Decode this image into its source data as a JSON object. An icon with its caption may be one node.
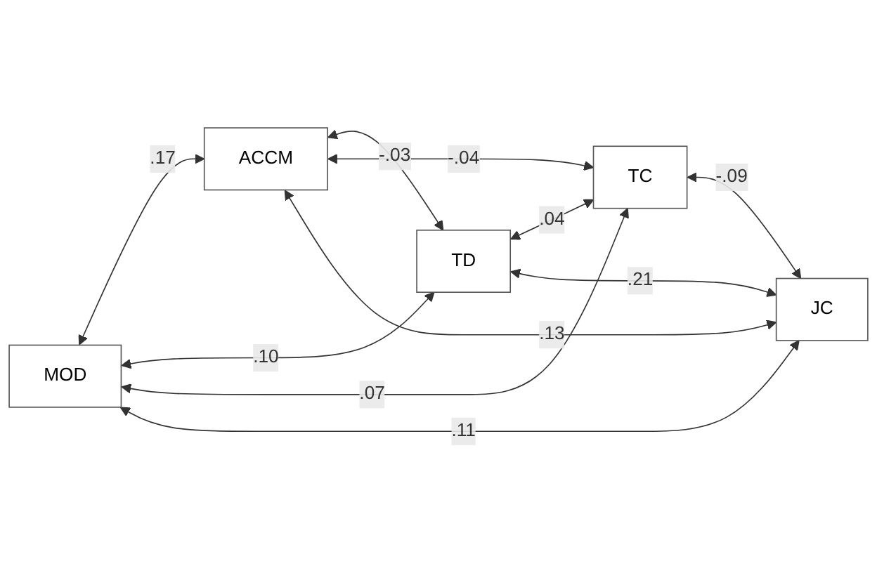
{
  "diagram": {
    "nodes": [
      {
        "text": [
          "MOD"
        ]
      },
      {
        "text": [
          "ACCM"
        ]
      },
      {
        "text": [
          "TD"
        ]
      },
      {
        "text": [
          "TC"
        ]
      },
      {
        "text": [
          "JC"
        ]
      }
    ],
    "edges": [
      {
        "from": 0,
        "to": 1,
        "arrow": "both",
        "label": ".17"
      },
      {
        "from": 1,
        "to": 2,
        "arrow": "both",
        "label": "-.03"
      },
      {
        "from": 2,
        "to": 3,
        "arrow": "both",
        "label": ".04"
      },
      {
        "from": 3,
        "to": 4,
        "arrow": "both",
        "label": "-.09"
      },
      {
        "from": 1,
        "to": 3,
        "arrow": "both",
        "label": "-.04"
      },
      {
        "from": 1,
        "to": 4,
        "arrow": "both",
        "label": ".13"
      },
      {
        "from": 2,
        "to": 4,
        "arrow": "both",
        "label": ".21"
      },
      {
        "from": 0,
        "to": 2,
        "arrow": "both",
        "label": ".10"
      },
      {
        "from": 0,
        "to": 3,
        "arrow": "both",
        "label": ".07"
      },
      {
        "from": 0,
        "to": 4,
        "arrow": "both",
        "label": ".11"
      }
    ]
  }
}
